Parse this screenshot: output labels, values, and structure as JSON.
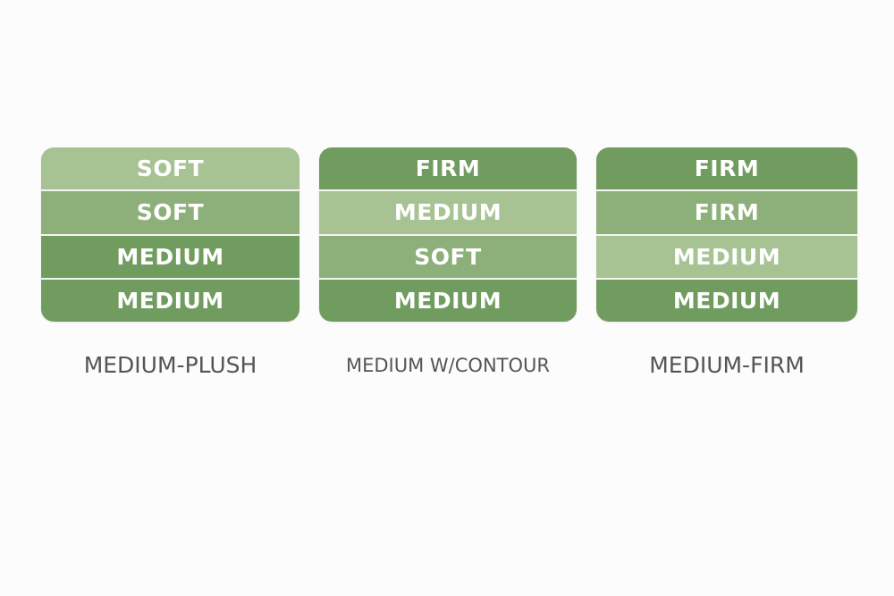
{
  "colors": {
    "soft": "#a7c394",
    "medium": "#8db07a",
    "firm": "#719c5f",
    "caption": "#555555",
    "background": "#fcfcfc"
  },
  "stacks": [
    {
      "caption": "MEDIUM-PLUSH",
      "layers": [
        {
          "label": "SOFT",
          "tone": "soft"
        },
        {
          "label": "SOFT",
          "tone": "medium"
        },
        {
          "label": "MEDIUM",
          "tone": "firm"
        },
        {
          "label": "MEDIUM",
          "tone": "firm"
        }
      ]
    },
    {
      "caption": "MEDIUM W/CONTOUR",
      "layers": [
        {
          "label": "FIRM",
          "tone": "firm"
        },
        {
          "label": "MEDIUM",
          "tone": "soft"
        },
        {
          "label": "SOFT",
          "tone": "medium"
        },
        {
          "label": "MEDIUM",
          "tone": "firm"
        }
      ]
    },
    {
      "caption": "MEDIUM-FIRM",
      "layers": [
        {
          "label": "FIRM",
          "tone": "firm"
        },
        {
          "label": "FIRM",
          "tone": "medium"
        },
        {
          "label": "MEDIUM",
          "tone": "soft"
        },
        {
          "label": "MEDIUM",
          "tone": "firm"
        }
      ]
    }
  ]
}
